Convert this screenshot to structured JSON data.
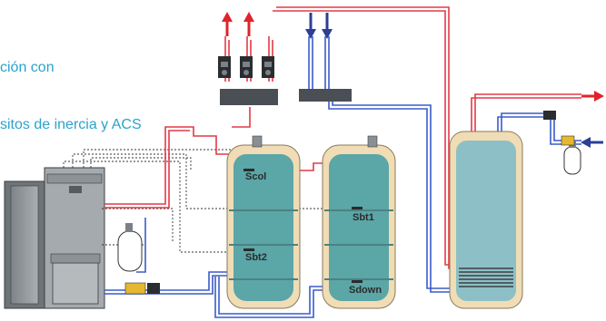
{
  "title": {
    "line1": "ción con",
    "line2": "sitos de inercia y ACS"
  },
  "sensors": {
    "scol": "Scol",
    "sbt1": "Sbt1",
    "sbt2": "Sbt2",
    "sdown": "Sdown"
  },
  "colors": {
    "title": "#2aa3cc",
    "hot_pipe": "#e23a46",
    "cold_pipe": "#3a5cc8",
    "tank_inner": "#5ba6a7",
    "tank_outer": "#f0dcb5",
    "dhw_inner": "#8cc0c6",
    "boiler": "#9aa0a4",
    "manifold": "#4a4f55",
    "arrow_hot": "#e0232b",
    "arrow_cold": "#2c3f95"
  },
  "icons": [
    "hot-outlet-arrow-icon",
    "cold-inlet-arrow-icon",
    "expansion-vessel-icon",
    "pump-icon"
  ]
}
